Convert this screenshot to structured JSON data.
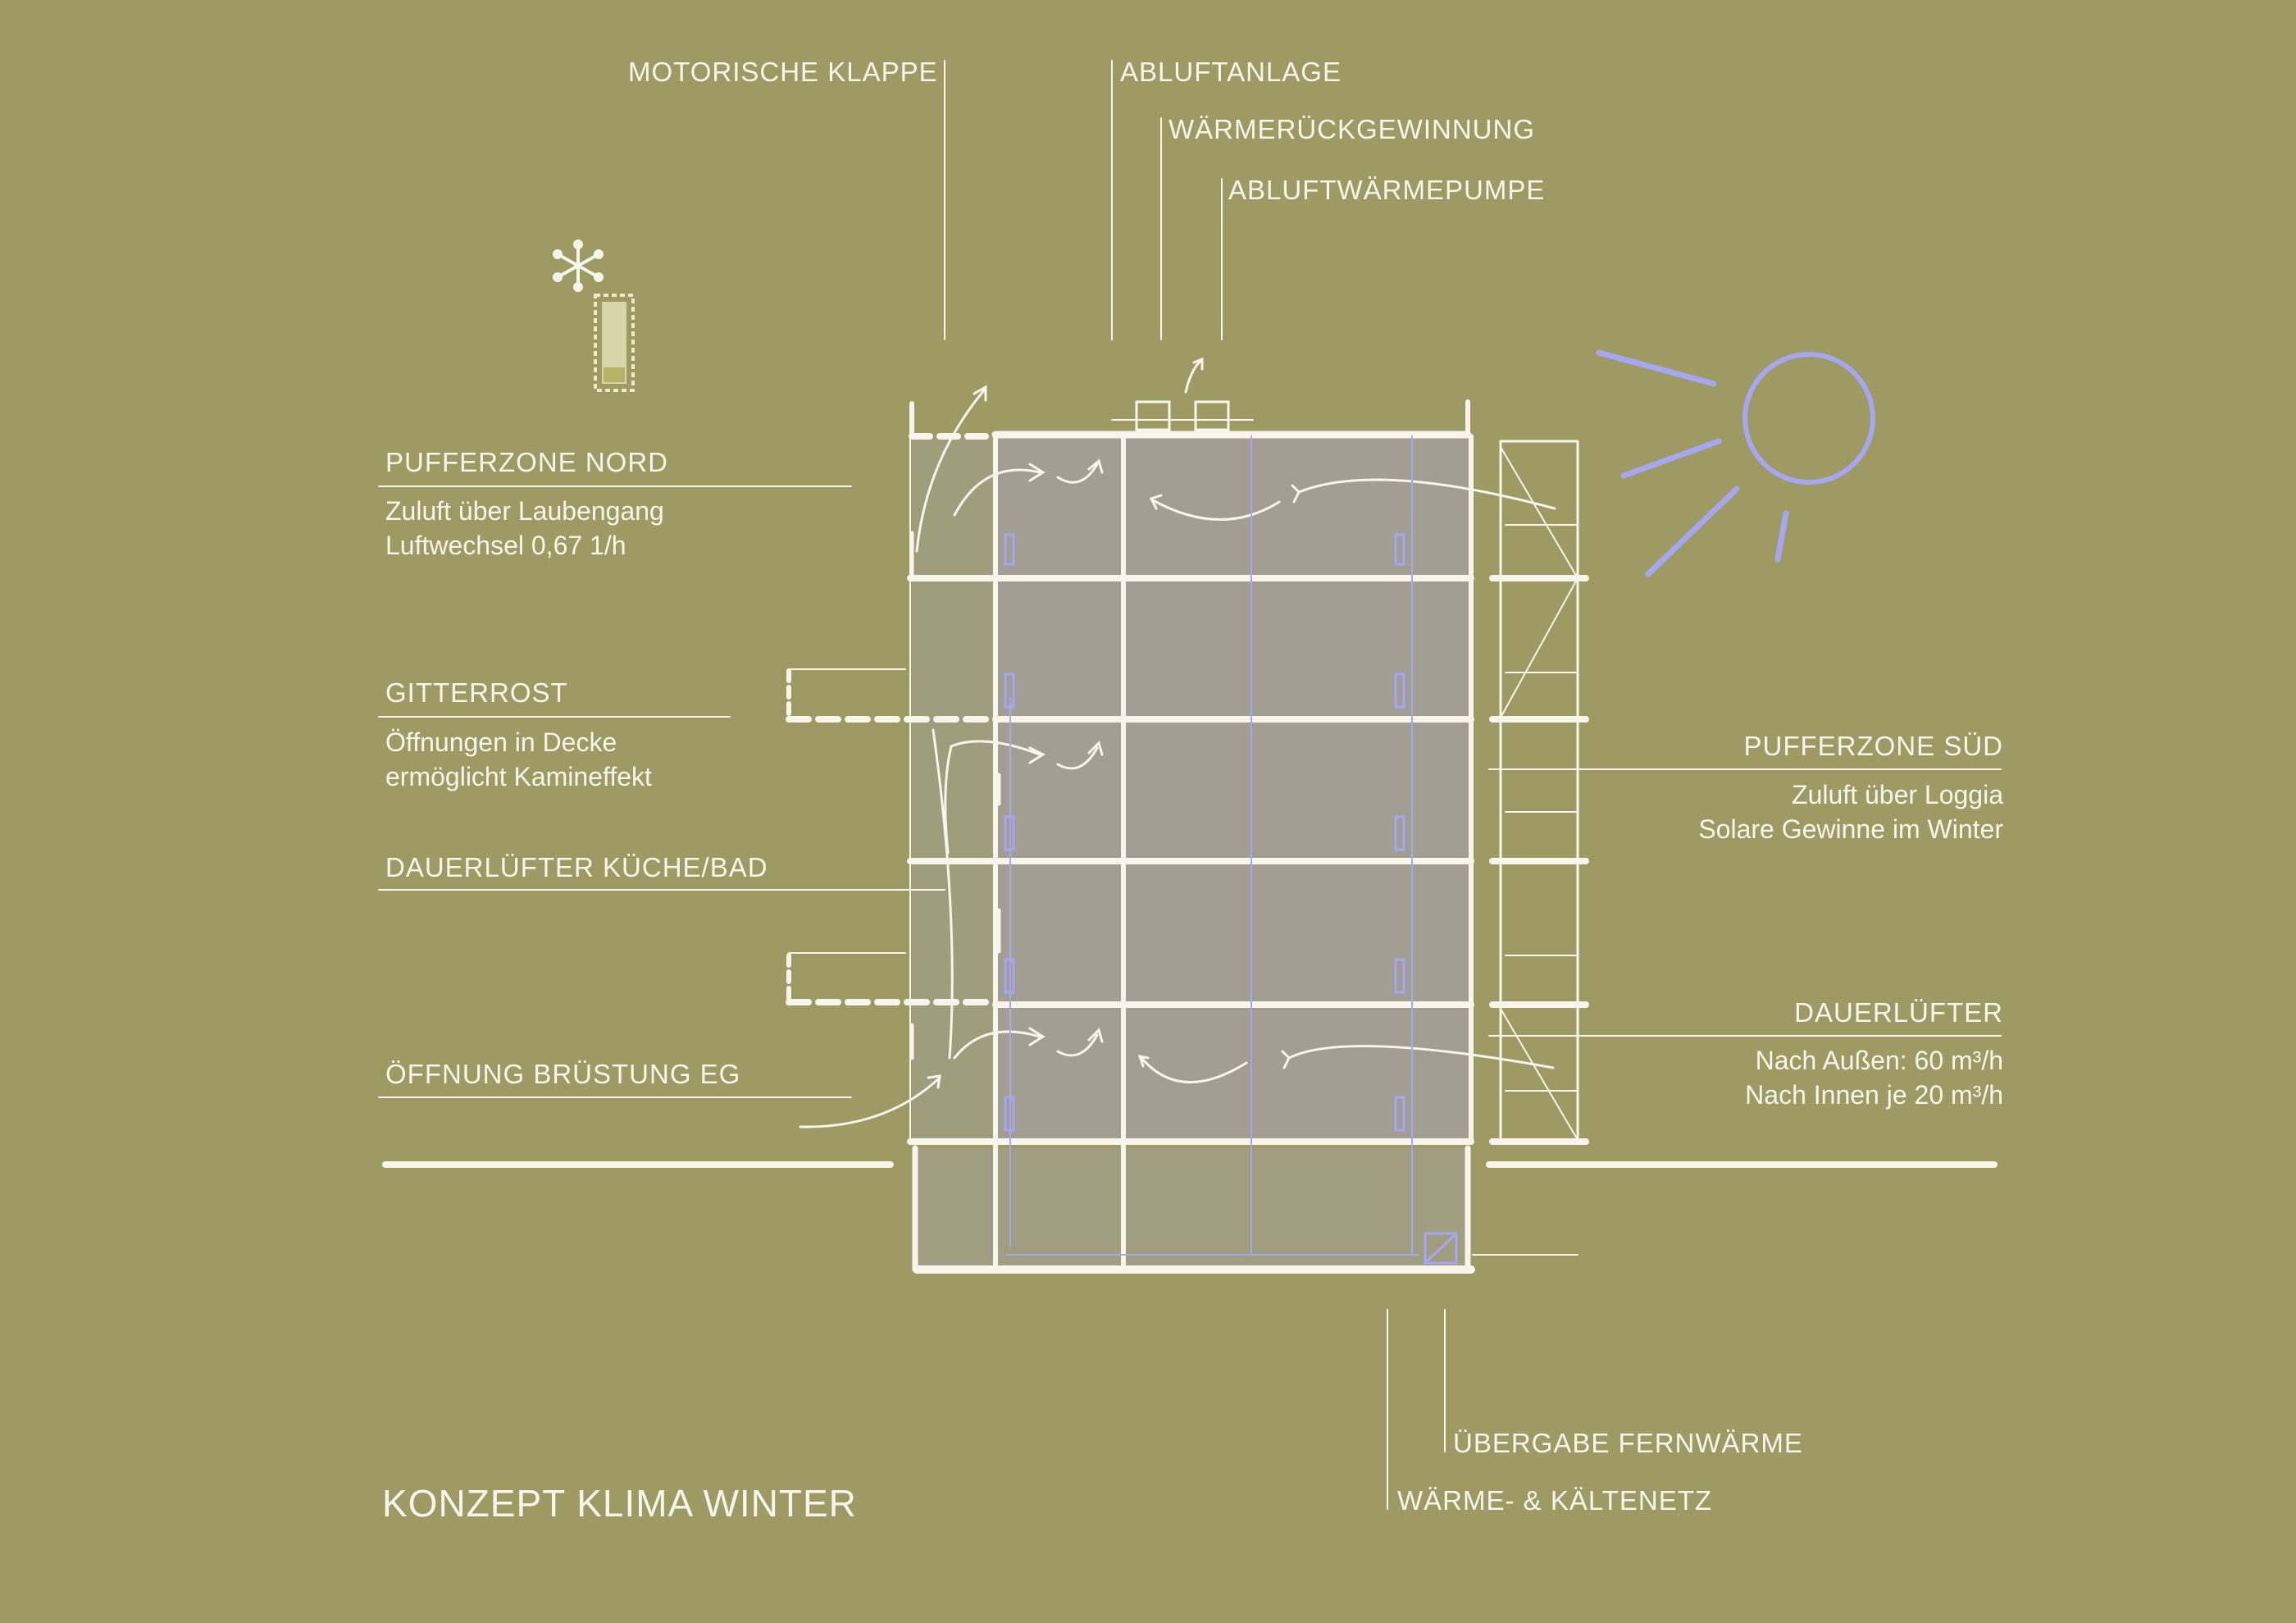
{
  "title": "KONZEPT KLIMA WINTER",
  "top_labels": {
    "motorische_klappe": "MOTORISCHE KLAPPE",
    "abluftanlage": "ABLUFTANLAGE",
    "waermerueckgewinnung": "WÄRMERÜCKGEWINNUNG",
    "abluftwaermepumpe": "ABLUFTWÄRMEPUMPE"
  },
  "left_annotations": {
    "pufferzone_nord": {
      "heading": "PUFFERZONE NORD",
      "line1": "Zuluft über Laubengang",
      "line2": "Luftwechsel 0,67 1/h"
    },
    "gitterrost": {
      "heading": "GITTERROST",
      "line1": "Öffnungen in Decke",
      "line2": "ermöglicht Kamineffekt"
    },
    "dauerluefter_kueche": {
      "heading": "DAUERLÜFTER KÜCHE/BAD"
    },
    "oeffnung_bruestung": {
      "heading": "ÖFFNUNG BRÜSTUNG EG"
    }
  },
  "right_annotations": {
    "pufferzone_sued": {
      "heading": "PUFFERZONE SÜD",
      "line1": "Zuluft über Loggia",
      "line2": "Solare Gewinne im Winter"
    },
    "dauerluefter": {
      "heading": "DAUERLÜFTER",
      "line1": "Nach Außen: 60 m³/h",
      "line2": "Nach Innen je 20 m³/h"
    }
  },
  "bottom_labels": {
    "uebergabe_fernwaerme": "ÜBERGABE FERNWÄRME",
    "waerme_kaeltenetz": "WÄRME- & KÄLTENETZ"
  },
  "colors": {
    "background": "#9D9B63",
    "line": "#F7F5EC",
    "interior_fill": "#A29E94",
    "accent_blue": "#A6A6F2"
  },
  "icons": {
    "snowflake": "snowflake-icon",
    "thermometer": "thermometer-icon",
    "sun": "sun-icon"
  }
}
